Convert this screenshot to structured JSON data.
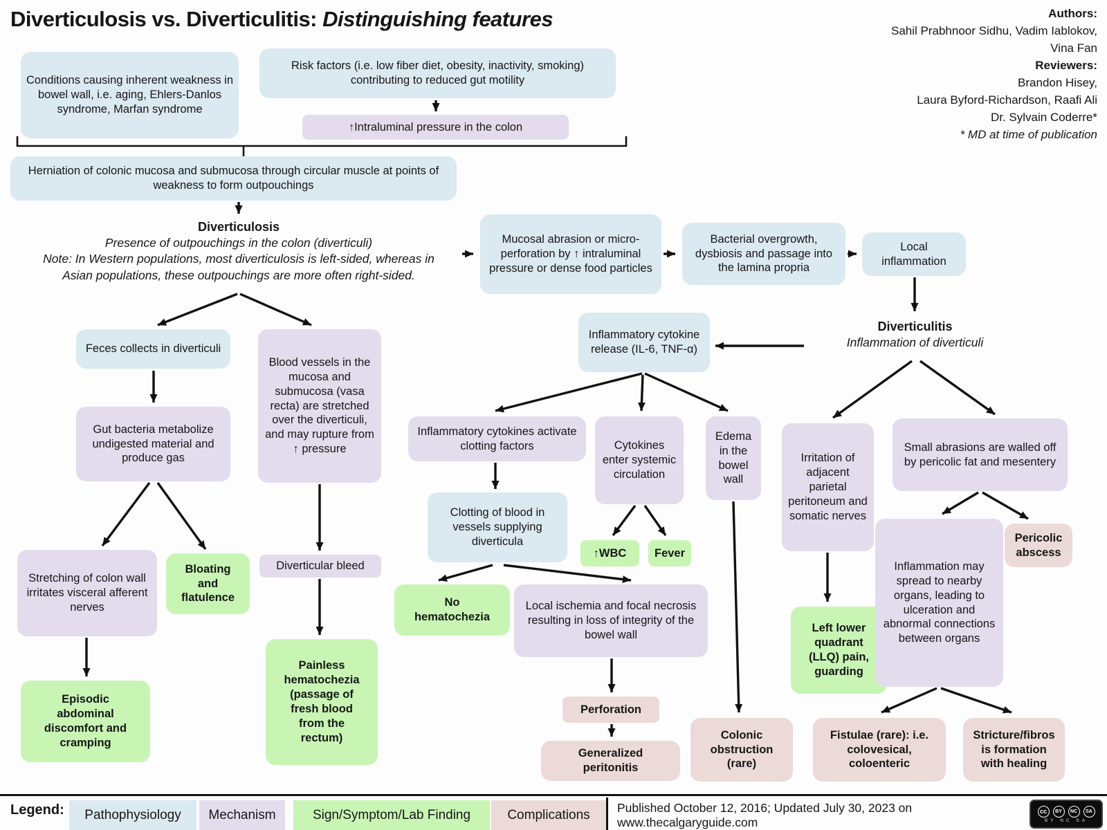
{
  "title": {
    "prefix": "Diverticulosis vs. Diverticulitis: ",
    "emphasis": "Distinguishing features"
  },
  "credits": {
    "authors_label": "Authors:",
    "authors": "Sahil Prabhnoor Sidhu, Vadim Iablokov,\nVina Fan",
    "reviewers_label": "Reviewers:",
    "reviewers": "Brandon Hisey,\nLaura Byford-Richardson, Raafi Ali\nDr. Sylvain Coderre*",
    "footnote": "* MD at time of publication"
  },
  "labels": {
    "diverticulosis_title": "Diverticulosis",
    "diverticulosis_sub": "Presence of outpouchings in the colon (diverticuli)",
    "diverticulosis_note": "Note: In Western populations, most diverticulosis is left-sided, whereas in\nAsian populations, these outpouchings are more often right-sided.",
    "diverticulitis_title": "Diverticulitis",
    "diverticulitis_sub": "Inflammation of diverticuli"
  },
  "nodes": {
    "conditions": "Conditions causing inherent weakness in bowel wall, i.e. aging, Ehlers-Danlos syndrome, Marfan syndrome",
    "risk_factors": "Risk factors (i.e. low fiber diet, obesity, inactivity, smoking) contributing to reduced gut motility",
    "intraluminal_pressure": "↑Intraluminal pressure in the colon",
    "herniation": "Herniation of colonic mucosa and submucosa through circular muscle at points of weakness to form outpouchings",
    "mucosal_abrasion": "Mucosal abrasion or micro-perforation by ↑ intraluminal pressure or dense food particles",
    "bacterial_overgrowth": "Bacterial overgrowth, dysbiosis and passage into the lamina propria",
    "local_inflammation": "Local inflammation",
    "cytokine_release": "Inflammatory cytokine release (IL-6, TNF-α)",
    "feces_collects": "Feces collects in diverticuli",
    "blood_vessels": "Blood vessels in the mucosa and submucosa (vasa recta) are stretched over the diverticuli, and may rupture from ↑ pressure",
    "gut_bacteria": "Gut bacteria metabolize undigested material and produce gas",
    "stretching_colon": "Stretching of colon wall irritates visceral afferent nerves",
    "bloating": "Bloating\nand\nflatulence",
    "diverticular_bleed": "Diverticular bleed",
    "episodic_discomfort": "Episodic\nabdominal\ndiscomfort and\ncramping",
    "painless_hematochezia": "Painless\nhematochezia\n(passage of\nfresh blood\nfrom the\nrectum)",
    "cytokines_clotting": "Inflammatory cytokines activate clotting factors",
    "cytokines_systemic": "Cytokines enter systemic circulation",
    "edema_bowel": "Edema\nin the\nbowel\nwall",
    "clotting_blood": "Clotting of blood in vessels supplying diverticula",
    "wbc": "↑WBC",
    "fever": "Fever",
    "no_hematochezia": "No\nhematochezia",
    "local_ischemia": "Local ischemia and focal necrosis resulting in loss of integrity of the bowel wall",
    "perforation": "Perforation",
    "generalized_peritonitis": "Generalized\nperitonitis",
    "colonic_obstruction": "Colonic\nobstruction\n(rare)",
    "irritation_peritoneum": "Irritation of adjacent parietal peritoneum and somatic nerves",
    "small_abrasions": "Small abrasions are walled off by pericolic fat and mesentery",
    "llq_pain": "Left lower\nquadrant\n(LLQ) pain,\nguarding",
    "inflammation_spread": "Inflammation may spread to nearby organs, leading to ulceration and abnormal connections between organs",
    "pericolic_abscess": "Pericolic\nabscess",
    "fistulae": "Fistulae (rare): i.e.\ncolovesical,\ncoloenteric",
    "stricture": "Stricture/fibros\nis formation\nwith healing"
  },
  "legend": {
    "label": "Legend:",
    "items": [
      {
        "label": "Pathophysiology",
        "color": "#dbe9f1"
      },
      {
        "label": "Mechanism",
        "color": "#e3dcec"
      },
      {
        "label": "Sign/Symptom/Lab Finding",
        "color": "#c8f5b4"
      },
      {
        "label": "Complications",
        "color": "#ebdad7"
      }
    ]
  },
  "footer": {
    "published": "Published October 12, 2016; Updated July 30, 2023 on www.thecalgaryguide.com"
  },
  "license": {
    "cc": "cc",
    "by": "BY",
    "nc": "NC",
    "sa": "SA",
    "caption": "BY NC SA"
  }
}
